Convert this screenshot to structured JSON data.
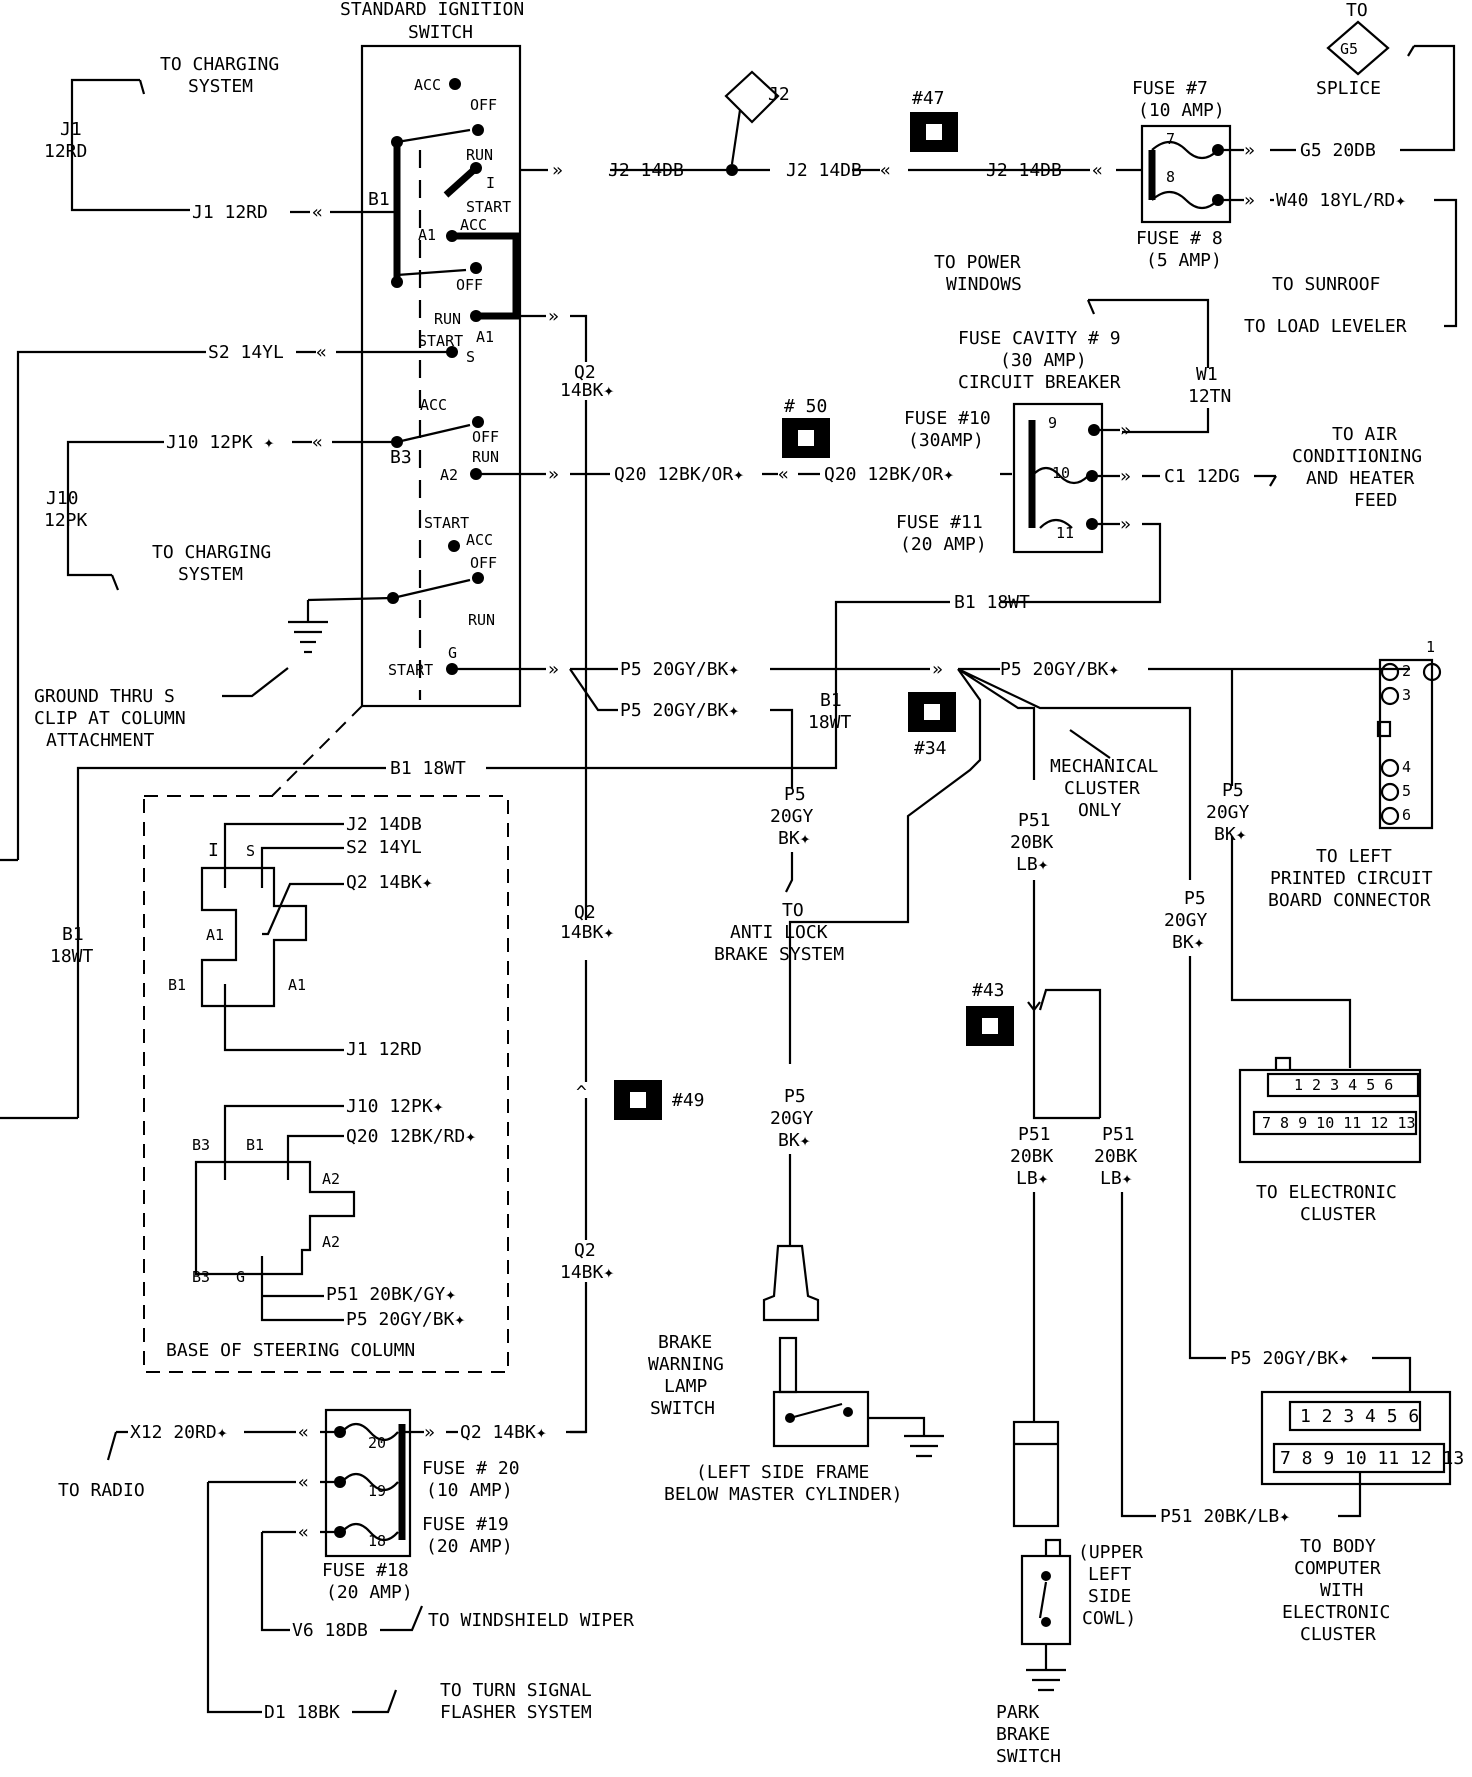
{
  "switch": {
    "title1": "STANDARD IGNITION",
    "title2": "SWITCH",
    "pos_acc": "ACC",
    "pos_off": "OFF",
    "pos_run": "RUN",
    "pos_start": "START",
    "term_b1": "B1",
    "term_a1": "A1",
    "term_b3": "B3",
    "term_a2": "A2",
    "term_i": "I",
    "term_s": "S",
    "term_g": "G"
  },
  "labels": {
    "to_charging_1a": "TO CHARGING",
    "to_charging_1b": "SYSTEM",
    "j1_a": "J1",
    "j1_b": "12RD",
    "j1_wire": "J1  12RD",
    "s2_wire": "S2  14YL",
    "j10_wire": "J10  12PK ✦",
    "j10_a": "J10",
    "j10_b": "12PK",
    "to_charging_2a": "TO CHARGING",
    "to_charging_2b": "SYSTEM",
    "ground_a": "GROUND THRU S",
    "ground_b": "CLIP AT COLUMN",
    "ground_c": "ATTACHMENT",
    "j2_wire": "J2  14DB",
    "j2_splice": "J2",
    "conn47": "#47",
    "fuse7_a": "FUSE #7",
    "fuse7_b": "(10 AMP)",
    "fuse8_a": "FUSE # 8",
    "fuse8_b": "(5 AMP)",
    "f7": "7",
    "f8": "8",
    "g5_wire": "G5  20DB",
    "g5_to": "TO",
    "g5": "G5",
    "g5_splice": "SPLICE",
    "w40_wire": "W40  18YL/RD✦",
    "to_sunroof": "TO SUNROOF",
    "to_load_leveler": "TO LOAD LEVELER",
    "to_power_windows_a": "TO POWER",
    "to_power_windows_b": "WINDOWS",
    "fuse9_a": "FUSE CAVITY # 9",
    "fuse9_b": "(30 AMP)",
    "fuse9_c": "CIRCUIT BREAKER",
    "w1_a": "W1",
    "w1_b": "12TN",
    "fuse10_a": "FUSE #10",
    "fuse10_b": "(30AMP)",
    "fuse11_a": "FUSE #11",
    "fuse11_b": "(20 AMP)",
    "f9": "9",
    "f10": "10",
    "f11": "11",
    "conn50": "# 50",
    "q20": "Q20",
    "q20_wire": "Q20   12BK/OR✦",
    "q20_wire2": "Q20   12BK/OR✦",
    "c1_wire": "C1  12DG",
    "ac_a": "TO AIR",
    "ac_b": "CONDITIONING",
    "ac_c": "AND HEATER",
    "ac_d": "FEED",
    "q2_a": "Q2",
    "q2_b": "14BK✦",
    "b1_wire": "B1  18WT",
    "p5_wire": "P5  20GY/BK✦",
    "b1_a": "B1",
    "b1_b": "18WT",
    "conn34": "#34",
    "p5_a": "P5",
    "p5_b": "20GY",
    "p5_c": "BK✦",
    "abs_a": "TO",
    "abs_b": "ANTI LOCK",
    "abs_c": "BRAKE SYSTEM",
    "mech_a": "MECHANICAL",
    "mech_b": "CLUSTER",
    "mech_c": "ONLY",
    "p51_a": "P51",
    "p51_b": "20BK",
    "p51_c": "LB✦",
    "to_lpc_a": "TO LEFT",
    "to_lpc_b": "PRINTED CIRCUIT",
    "to_lpc_c": "BOARD CONNECTOR",
    "pin1": "1",
    "pin2": "2",
    "pin3": "3",
    "pin4": "4",
    "pin5": "5",
    "pin6": "6",
    "base_j2": "J2  14DB",
    "base_s2": "S2  14YL",
    "base_q2": "Q2  14BK✦",
    "base_j1": "J1  12RD",
    "base_j10": "J10  12PK✦",
    "base_q20": "Q20  12BK/RD✦",
    "base_p51": "P51  20BK/GY✦",
    "base_p5": "P5  20GY/BK✦",
    "base_title": "BASE OF STEERING COLUMN",
    "conn49": "#49",
    "conn43": "#43",
    "to_ec_a": "TO ELECTRONIC",
    "to_ec_b": "CLUSTER",
    "brake_a": "BRAKE",
    "brake_b": "WARNING",
    "brake_c": "LAMP",
    "brake_d": "SWITCH",
    "frame_a": "(LEFT SIDE FRAME",
    "frame_b": "BELOW MASTER CYLINDER)",
    "x12_wire": "X12  20RD✦",
    "to_radio": "TO RADIO",
    "q2_wire": "Q2  14BK✦",
    "fuse20_a": "FUSE # 20",
    "fuse20_b": "(10 AMP)",
    "fuse19_a": "FUSE #19",
    "fuse19_b": "(20 AMP)",
    "fuse18_a": "FUSE #18",
    "fuse18_b": "(20 AMP)",
    "f20": "20",
    "f19": "19",
    "f18": "18",
    "v6_wire": "V6  18DB",
    "to_wiper": "TO WINDSHIELD WIPER",
    "d1_wire": "D1  18BK",
    "turn_a": "TO TURN SIGNAL",
    "turn_b": "FLASHER SYSTEM",
    "p5_wire_bc": "P5  20GY/BK✦",
    "p51_wire_bc": "P51  20BK/LB✦",
    "to_bc_a": "TO BODY",
    "to_bc_b": "COMPUTER",
    "to_bc_c": "WITH",
    "to_bc_d": "ELECTRONIC",
    "to_bc_e": "CLUSTER",
    "cowl_a": "(UPPER",
    "cowl_b": "LEFT",
    "cowl_c": "SIDE",
    "cowl_d": "COWL)",
    "park_a": "PARK",
    "park_b": "BRAKE",
    "park_c": "SWITCH"
  }
}
